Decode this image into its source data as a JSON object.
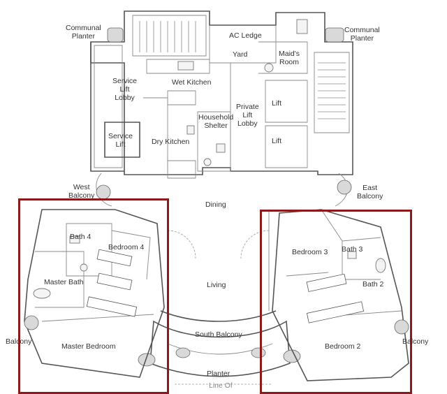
{
  "labels": {
    "communal_planter_left": "Communal\nPlanter",
    "communal_planter_right": "Communal\nPlanter",
    "ac_ledge": "AC Ledge",
    "yard": "Yard",
    "maids_room": "Maid's\nRoom",
    "service_lift_lobby": "Service\nLift\nLobby",
    "wet_kitchen": "Wet Kitchen",
    "household_shelter": "Household\nShelter",
    "private_lift_lobby": "Private\nLift\nLobby",
    "lift_upper": "Lift",
    "lift_lower": "Lift",
    "service_lift": "Service\nLift",
    "dry_kitchen": "Dry Kitchen",
    "west_balcony": "West\nBalcony",
    "east_balcony": "East\nBalcony",
    "dining": "Dining",
    "bath_4": "Bath 4",
    "bedroom_4": "Bedroom 4",
    "bedroom_3": "Bedroom 3",
    "bath_3": "Bath 3",
    "master_bath": "Master Bath",
    "living": "Living",
    "bath_2": "Bath 2",
    "balcony_left": "Balcony",
    "balcony_right": "Balcony",
    "master_bedroom": "Master Bedroom",
    "south_balcony": "South Balcony",
    "bedroom_2": "Bedroom 2",
    "planter": "Planter",
    "line_of": "Line Of"
  },
  "colors": {
    "highlight": "#8b1a1a",
    "wall": "#555555",
    "text": "#333333"
  }
}
